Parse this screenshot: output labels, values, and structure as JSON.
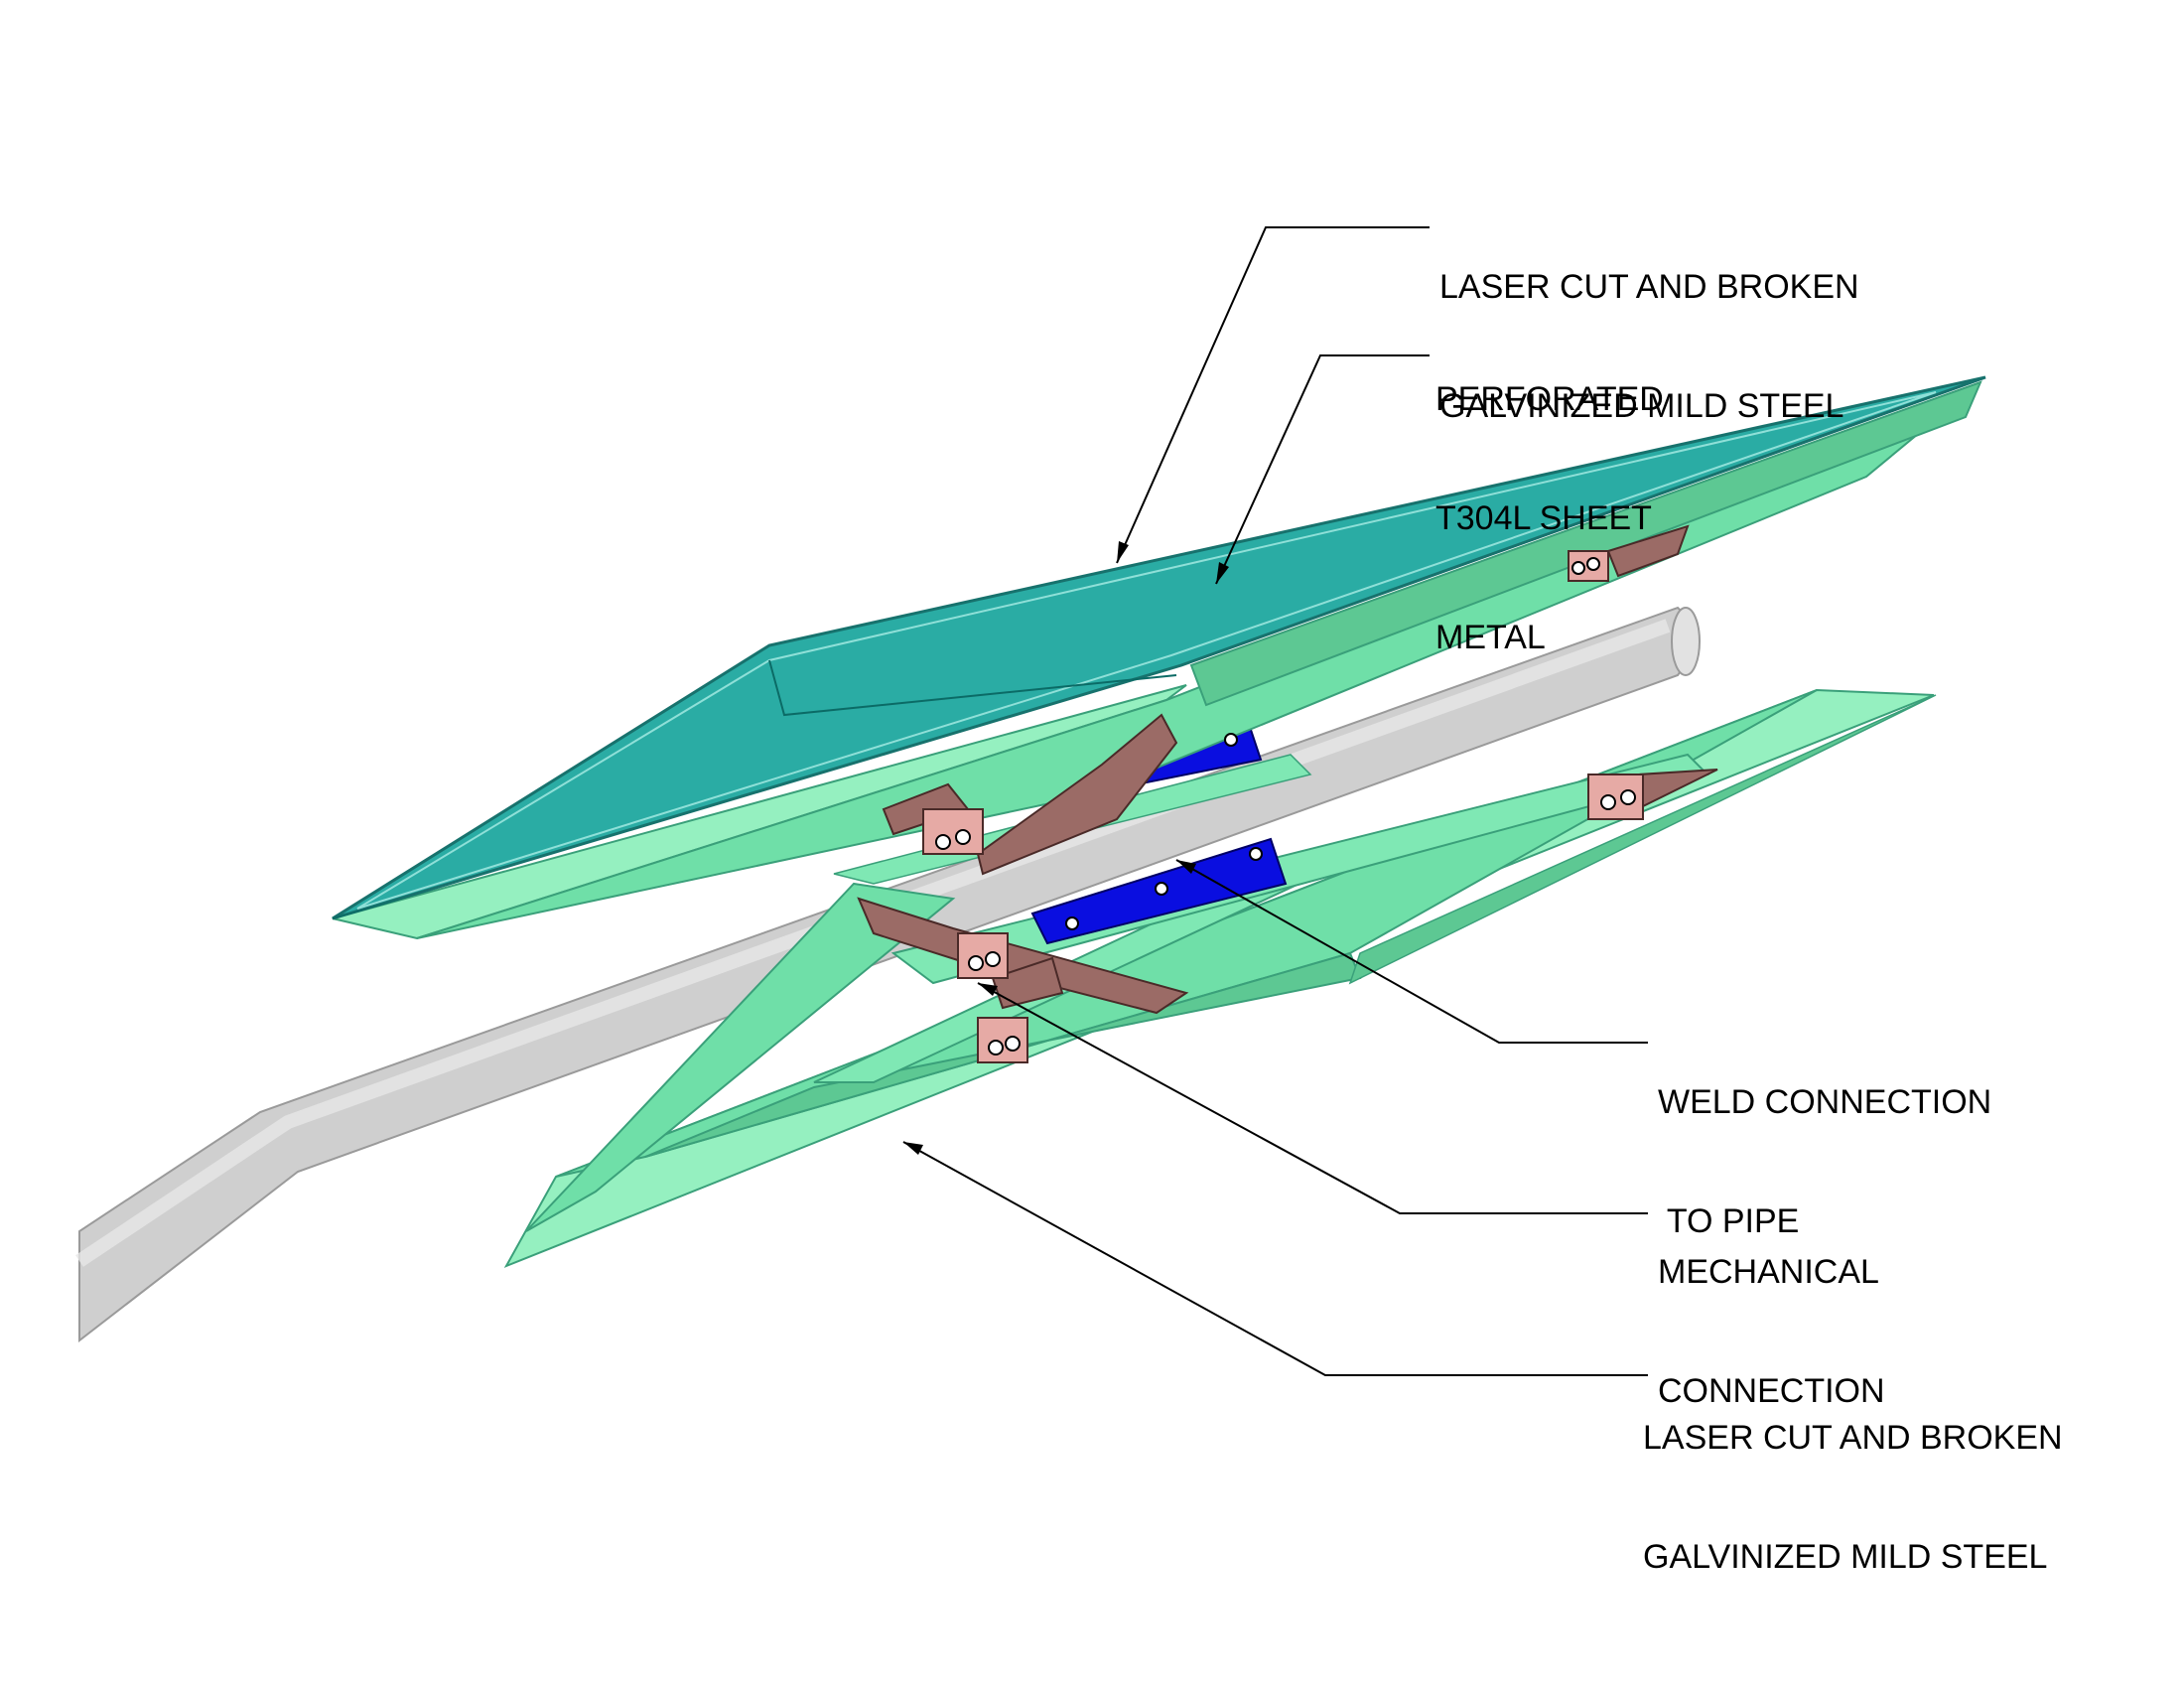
{
  "callouts": [
    {
      "id": "top-frame",
      "lines": [
        "LASER CUT AND BROKEN",
        "GALVINIZED MILD STEEL"
      ]
    },
    {
      "id": "perforated",
      "lines": [
        "PERFORATED",
        "T304L SHEET",
        "METAL"
      ]
    },
    {
      "id": "weld",
      "lines": [
        "WELD CONNECTION",
        " TO PIPE"
      ]
    },
    {
      "id": "mechanical",
      "lines": [
        "MECHANICAL",
        "CONNECTION"
      ]
    },
    {
      "id": "bottom-frame",
      "lines": [
        "LASER CUT AND BROKEN",
        "GALVINIZED MILD STEEL"
      ]
    }
  ],
  "colors": {
    "panel_teal": "#1fa8a0",
    "frame_green": "#6fdfa8",
    "frame_light": "#95f0c0",
    "bracket_brown": "#9b6b66",
    "bracket_pink": "#e6aaa5",
    "plate_blue": "#0a0ee0",
    "pipe_gray": "#cfcfcf",
    "leader": "#000000"
  }
}
